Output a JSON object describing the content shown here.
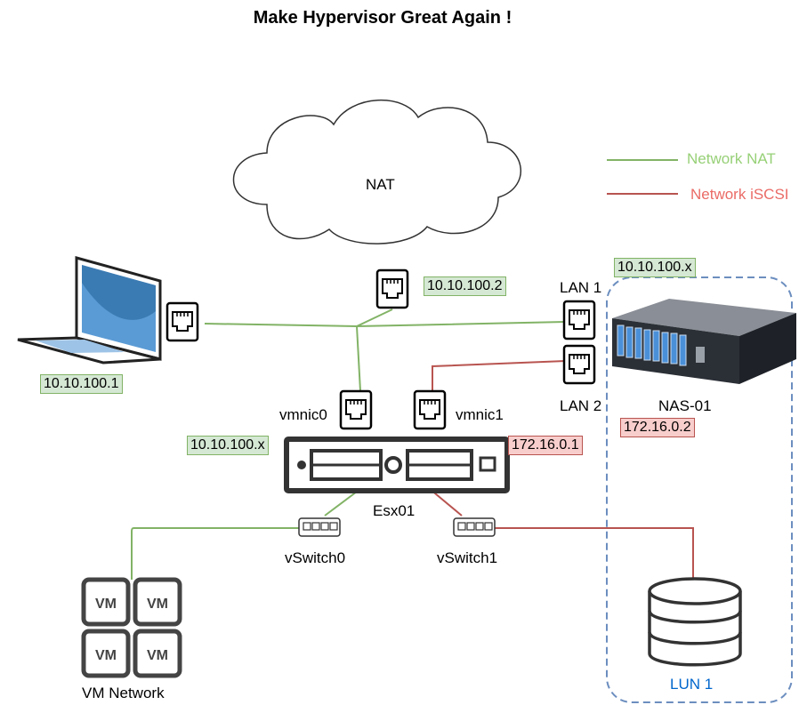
{
  "title": "Make Hypervisor Great Again !",
  "legend": {
    "nat": {
      "label": "Network NAT",
      "color": "#97d077"
    },
    "iscsi": {
      "label": "Network iSCSI",
      "color": "#ea6b66"
    }
  },
  "cloud": {
    "label": "NAT"
  },
  "colors": {
    "nat_line": "#82b366",
    "iscsi_line": "#b85450",
    "storage_border": "#6c8ebf",
    "lun_label": "#0066cc"
  },
  "labels": {
    "nat_gateway_ip": "10.10.100.2",
    "laptop_ip": "10.10.100.1",
    "esx_nat_ip": "10.10.100.x",
    "esx_iscsi_ip": "172.16.0.1",
    "nas_nat_ip": "10.10.100.x",
    "nas_iscsi_ip": "172.16.0.2",
    "lan1": "LAN 1",
    "lan2": "LAN 2",
    "nas": "NAS-01",
    "vmnic0": "vmnic0",
    "vmnic1": "vmnic1",
    "esx": "Esx01",
    "vswitch0": "vSwitch0",
    "vswitch1": "vSwitch1",
    "vm_network": "VM Network",
    "lun": "LUN 1",
    "vm": "VM"
  }
}
